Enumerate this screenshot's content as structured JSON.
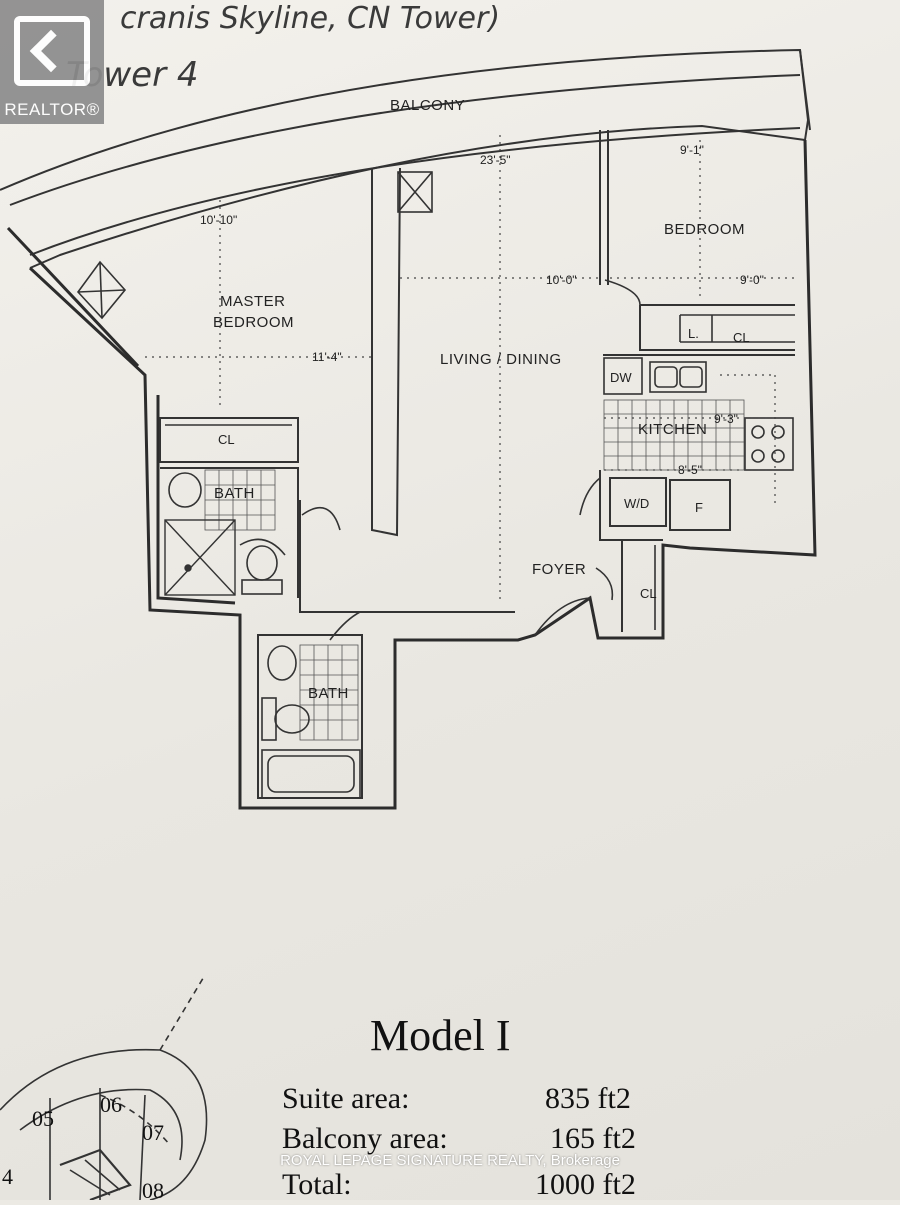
{
  "handwriting": {
    "line1": "cranis Skyline, CN Tower)",
    "line2": "Tower 4"
  },
  "logo": {
    "text": "REALTOR®",
    "color": "#8c8c8c"
  },
  "rooms": {
    "balcony": "BALCONY",
    "bedroom": "BEDROOM",
    "master_bedroom_line1": "MASTER",
    "master_bedroom_line2": "BEDROOM",
    "living_dining": "LIVING / DINING",
    "kitchen": "KITCHEN",
    "bath_upper": "BATH",
    "bath_lower": "BATH",
    "foyer": "FOYER"
  },
  "fixtures": {
    "closet_master": "CL",
    "closet_bedroom": "CL",
    "closet_foyer": "CL",
    "linen": "L.",
    "dishwasher": "DW",
    "washer_dryer": "W/D",
    "fridge": "F"
  },
  "dimensions": {
    "balcony_width": "23'-5\"",
    "bedroom_top": "9'-1\"",
    "master_top": "10'-10\"",
    "living_width": "10'-0\"",
    "bedroom_width": "9'-0\"",
    "master_width": "11'-4\"",
    "kitchen_a": "9'-3\"",
    "kitchen_b": "8'-5\""
  },
  "model": {
    "title": "Model I",
    "suite_label": "Suite area:",
    "suite_value": "835 ft2",
    "balcony_label": "Balcony area:",
    "balcony_value": "165 ft2",
    "total_label": "Total:",
    "total_value": "1000 ft2"
  },
  "keyplan": {
    "units": [
      "05",
      "06",
      "07",
      "08",
      "4"
    ]
  },
  "watermark": "ROYAL LEPAGE SIGNATURE REALTY, Brokerage"
}
